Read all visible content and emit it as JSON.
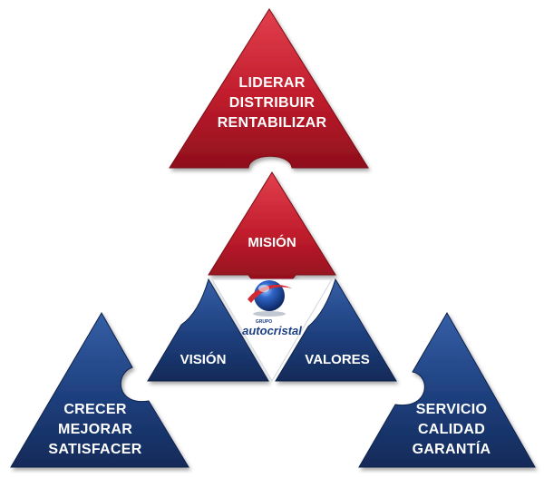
{
  "diagram": {
    "top_piece": {
      "lines": [
        "LIDERAR",
        "DISTRIBUIR",
        "RENTABILIZAR"
      ],
      "color": "#c01c2c"
    },
    "center": {
      "mision": "MISIÓN",
      "vision": "VISIÓN",
      "valores": "VALORES",
      "logo_small": "GRUPO",
      "logo_main": "autocristal",
      "red": "#c01c2c",
      "blue": "#1e3f7d"
    },
    "left_piece": {
      "lines": [
        "CRECER",
        "MEJORAR",
        "SATISFACER"
      ],
      "color": "#1e3f7d"
    },
    "right_piece": {
      "lines": [
        "SERVICIO",
        "CALIDAD",
        "GARANTÍA"
      ],
      "color": "#1e3f7d"
    }
  }
}
